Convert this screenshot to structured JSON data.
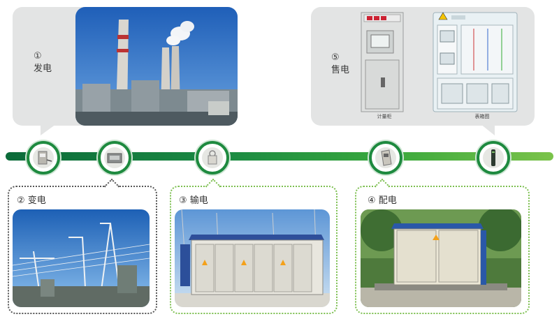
{
  "stages": [
    {
      "num": "①",
      "name": "发电"
    },
    {
      "num": "②",
      "name": "变电"
    },
    {
      "num": "③",
      "name": "输电"
    },
    {
      "num": "④",
      "name": "配电"
    },
    {
      "num": "⑤",
      "name": "售电"
    }
  ],
  "captions": {
    "cabinet": "计量柜",
    "meter_box": "表箱图"
  },
  "colors": {
    "track_dark": "#0c6b3a",
    "track_light": "#7bc34a",
    "callout_gray": "#e3e4e4",
    "box_border_gray": "#555555",
    "box_border_green": "#7cbf4f"
  }
}
